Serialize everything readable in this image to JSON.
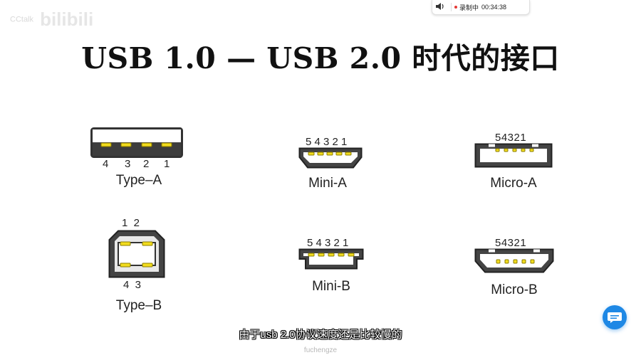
{
  "watermark": {
    "small_text": "CCtalk",
    "brand": "bilibili"
  },
  "recorder": {
    "speaker_icon": "speaker-icon",
    "status_label": "录制中",
    "time": "00:34:38",
    "dot_color": "#e53935"
  },
  "slide": {
    "title": "USB 1.0 — USB 2.0 时代的接口",
    "connectors": {
      "type_a": {
        "label": "Type–A",
        "pins": [
          "4",
          "3",
          "2",
          "1"
        ]
      },
      "type_b": {
        "label": "Type–B",
        "pins_top": "1  2",
        "pins_bottom": "4  3"
      },
      "mini_a": {
        "label": "Mini-A",
        "pins": "5 4 3 2 1"
      },
      "mini_b": {
        "label": "Mini-B",
        "pins": "5 4 3 2 1"
      },
      "micro_a": {
        "label": "Micro-A",
        "pins": "54321"
      },
      "micro_b": {
        "label": "Micro-B",
        "pins": "54321"
      }
    },
    "pin_color": "#f2dc1d"
  },
  "subtitle": "由于usb 2.0协议速度还是比较慢的",
  "author": "fuchengze",
  "chat_button": {
    "icon": "chat-bubble-icon",
    "color": "#1e88e5"
  }
}
